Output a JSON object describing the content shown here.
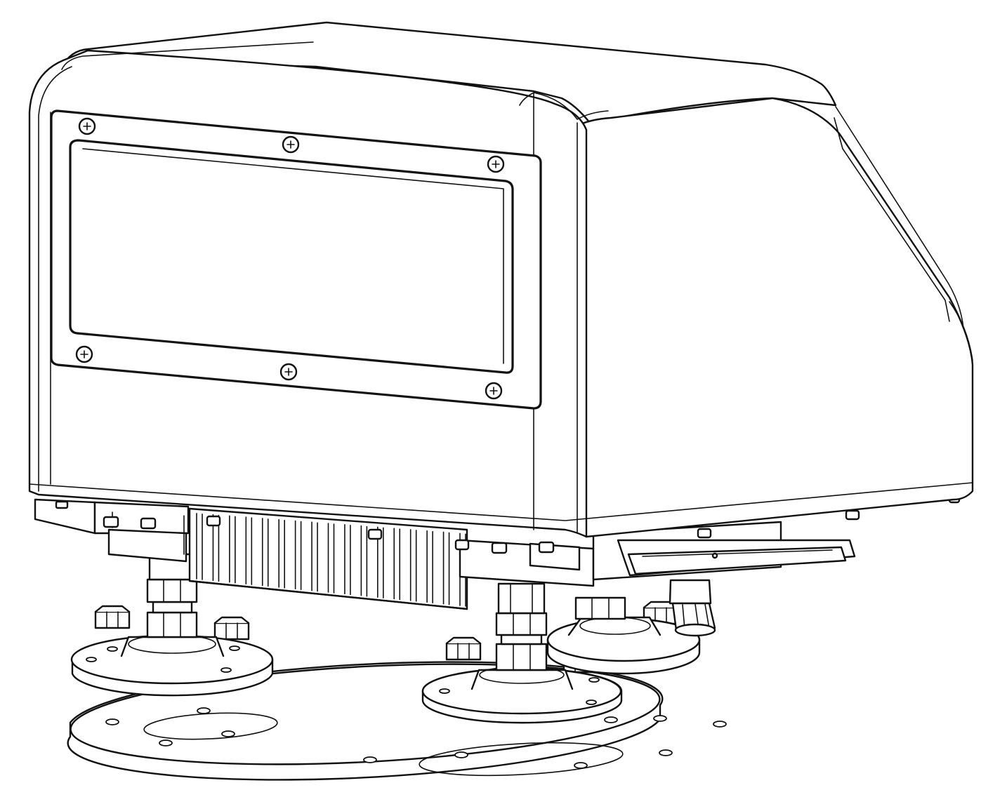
{
  "drawing": {
    "style": "monochrome line art",
    "colors": {
      "line": "#111111",
      "background": "#ffffff"
    },
    "parts": {
      "housing": "enclosure",
      "window_screws": 6,
      "leveling_feet": 3,
      "loose_nuts": 6,
      "mounting_plate_holes": 11
    }
  }
}
